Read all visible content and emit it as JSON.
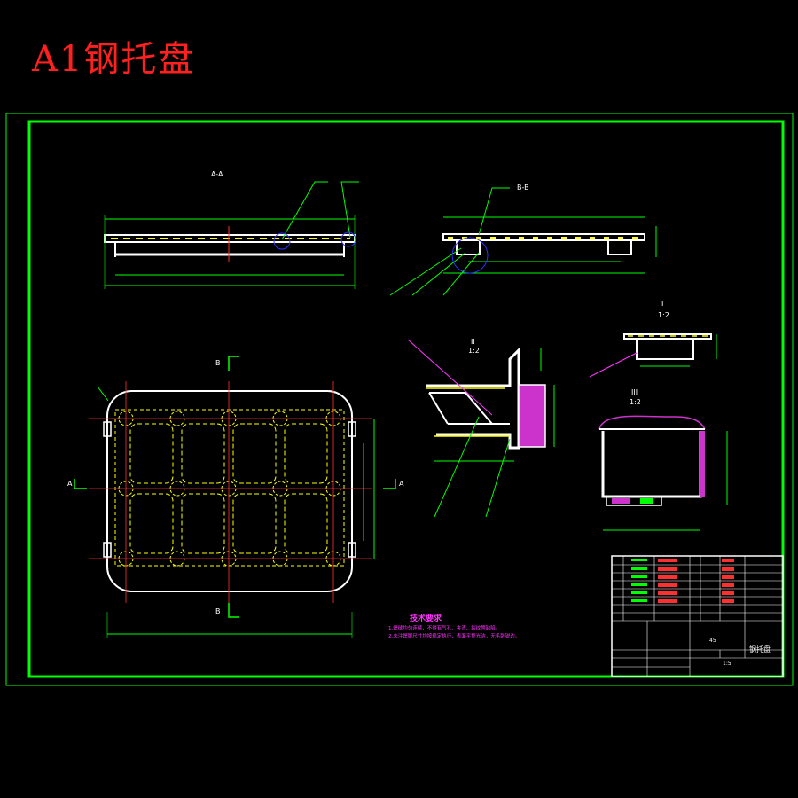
{
  "header": {
    "title": "A1钢托盘"
  },
  "title_block": {
    "drawing_name": "钢托盘",
    "material_code": "45",
    "scale_text": "1:5"
  },
  "notes": {
    "heading": "技术要求",
    "lines": [
      "1.焊缝均匀连续，不得有气孔、夹渣、裂纹等缺陷。",
      "2.未注焊脚尺寸均按规定执行，表面平整光洁，无毛刺锐边。"
    ]
  },
  "view_labels": {
    "section_a": "A-A",
    "detail_1": "I",
    "detail_2": "II",
    "detail_3": "III",
    "section_b": "B-B",
    "scale_detail": "1:2",
    "marker_a": "A",
    "marker_b": "B"
  },
  "colors": {
    "frame_green": "#00ff00",
    "outline_white": "#ffffff",
    "dim_green": "#00ff00",
    "center_red": "#ff3030",
    "hatch_magenta": "#cc33cc",
    "accent_yellow": "#ffff00",
    "title_red": "#ff2020"
  }
}
